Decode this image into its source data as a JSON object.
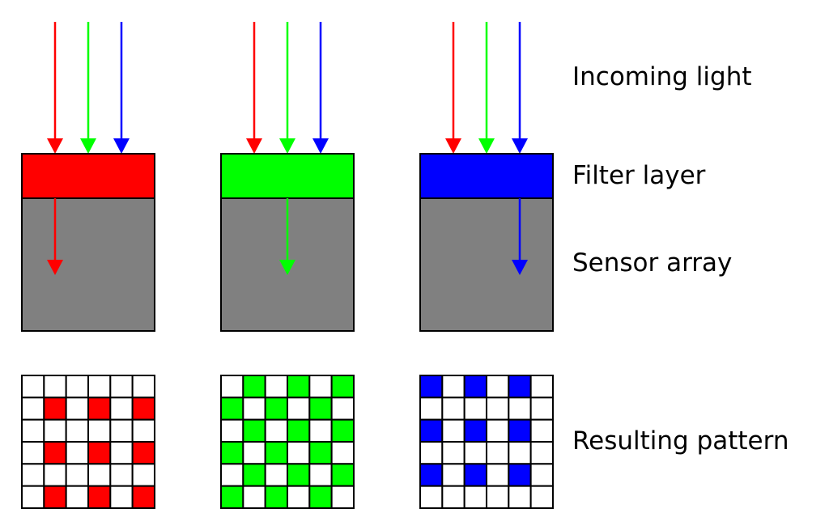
{
  "labels": {
    "incoming_light": "Incoming light",
    "filter_layer": "Filter layer",
    "sensor_array": "Sensor array",
    "resulting_pattern": "Resulting pattern"
  },
  "colors": {
    "red": "#ff0000",
    "green": "#00ff00",
    "blue": "#0000ff",
    "sensor": "#808080",
    "outline": "#000000",
    "empty_cell": "#ffffff"
  },
  "columns": [
    {
      "filter_color": "red",
      "passed_light": "red",
      "grid": [
        [
          0,
          0,
          0,
          0,
          0,
          0
        ],
        [
          0,
          1,
          0,
          1,
          0,
          1
        ],
        [
          0,
          0,
          0,
          0,
          0,
          0
        ],
        [
          0,
          1,
          0,
          1,
          0,
          1
        ],
        [
          0,
          0,
          0,
          0,
          0,
          0
        ],
        [
          0,
          1,
          0,
          1,
          0,
          1
        ]
      ]
    },
    {
      "filter_color": "green",
      "passed_light": "green",
      "grid": [
        [
          0,
          1,
          0,
          1,
          0,
          1
        ],
        [
          1,
          0,
          1,
          0,
          1,
          0
        ],
        [
          0,
          1,
          0,
          1,
          0,
          1
        ],
        [
          1,
          0,
          1,
          0,
          1,
          0
        ],
        [
          0,
          1,
          0,
          1,
          0,
          1
        ],
        [
          1,
          0,
          1,
          0,
          1,
          0
        ]
      ]
    },
    {
      "filter_color": "blue",
      "passed_light": "blue",
      "grid": [
        [
          1,
          0,
          1,
          0,
          1,
          0
        ],
        [
          0,
          0,
          0,
          0,
          0,
          0
        ],
        [
          1,
          0,
          1,
          0,
          1,
          0
        ],
        [
          0,
          0,
          0,
          0,
          0,
          0
        ],
        [
          1,
          0,
          1,
          0,
          1,
          0
        ],
        [
          0,
          0,
          0,
          0,
          0,
          0
        ]
      ]
    }
  ]
}
